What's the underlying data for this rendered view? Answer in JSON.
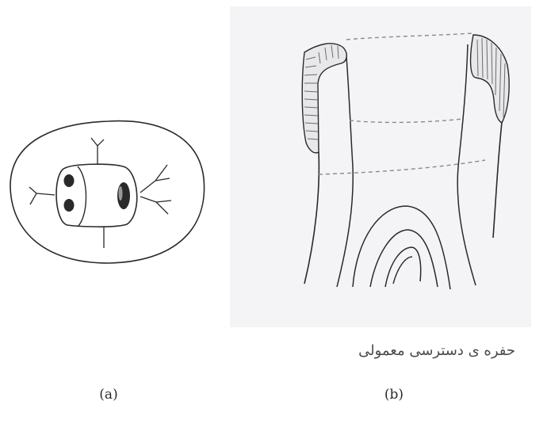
{
  "figure": {
    "panels": [
      {
        "id": "a",
        "label": "(a)"
      },
      {
        "id": "b",
        "label": "(b)",
        "caption": "حفره ی دسترسی معمولی"
      }
    ],
    "colors": {
      "ink": "#2a2a2a",
      "photo_background": "#f4f4f6",
      "hatching": "#6b6b6b",
      "dashed_line": "#8a8a8a"
    }
  }
}
